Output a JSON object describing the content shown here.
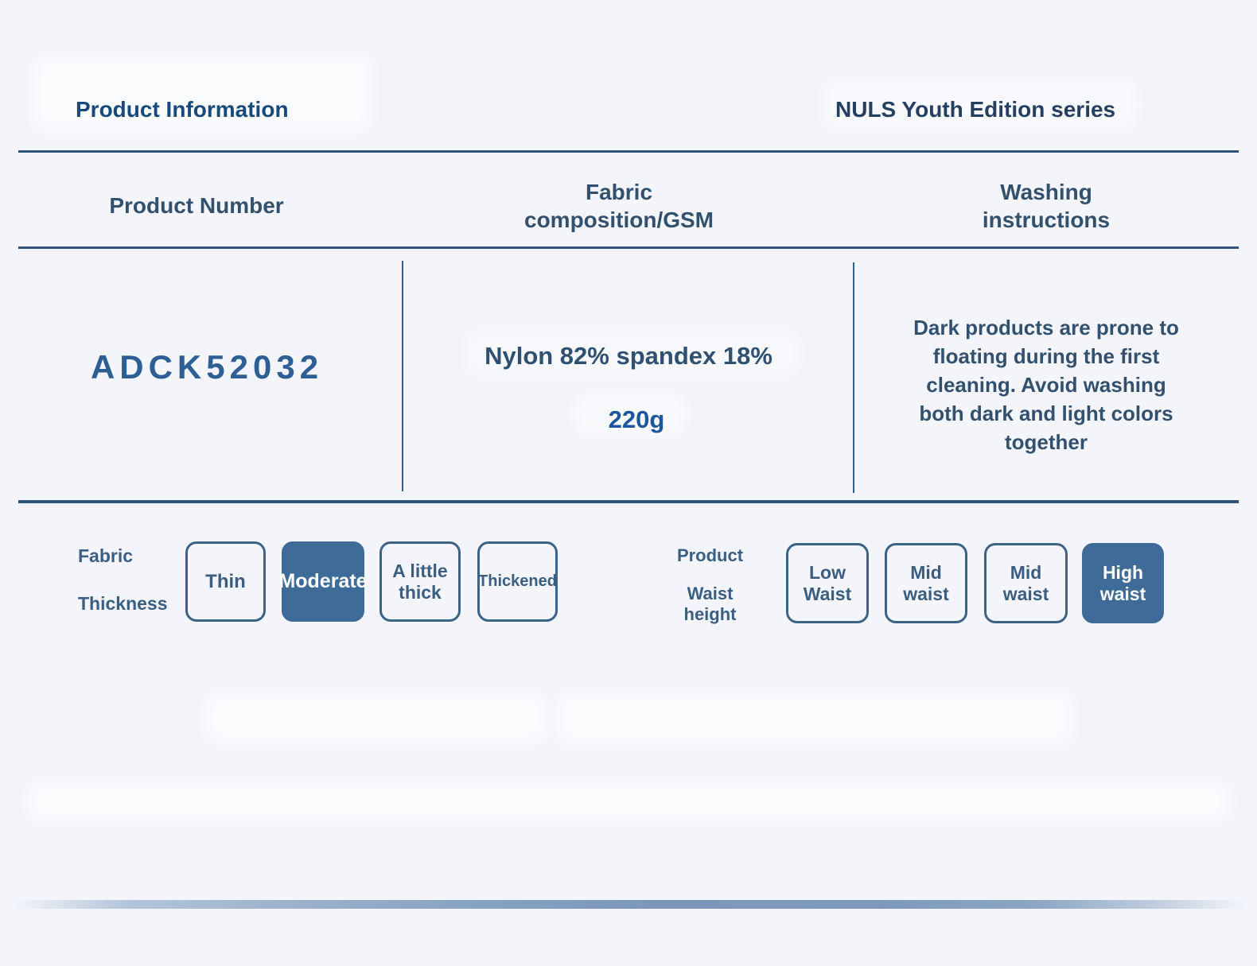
{
  "page": {
    "title": "Product Information",
    "series": "NULS Youth Edition series"
  },
  "table": {
    "headers": [
      "Product Number",
      "Fabric composition/GSM",
      "Washing instructions"
    ],
    "product_number": "ADCK52032",
    "fabric_composition": "Nylon 82% spandex 18%",
    "weight_gsm": "220g",
    "washing_instructions": "Dark products are prone to floating during the first cleaning. Avoid washing both dark and light colors together"
  },
  "options": {
    "fabric_thickness": {
      "label": "Fabric Thickness",
      "label_lines": [
        "Fabric",
        "Thickness"
      ],
      "items": [
        {
          "label": "Thin",
          "selected": false
        },
        {
          "label": "Moderate",
          "selected": true
        },
        {
          "label": "A little thick",
          "selected": false
        },
        {
          "label": "Thickened",
          "selected": false
        }
      ]
    },
    "waist_height": {
      "label": "Product Waist height",
      "label_lines": [
        "Product",
        "Waist",
        "height"
      ],
      "items": [
        {
          "label": "Low Waist",
          "selected": false
        },
        {
          "label": "Mid waist",
          "selected": false
        },
        {
          "label": "Mid waist",
          "selected": false
        },
        {
          "label": "High waist",
          "selected": true
        }
      ]
    }
  },
  "colors": {
    "background": "#f3f5fa",
    "title": "#17497b",
    "heading": "#33506d",
    "body_text": "#33516e",
    "product_number": "#2d5f95",
    "gsm": "#1e569b",
    "divider_line": "#2e567c",
    "box_border": "#3c6284",
    "box_selected_bg": "#3e6b97",
    "gradient_bar": "#7b96ba"
  }
}
